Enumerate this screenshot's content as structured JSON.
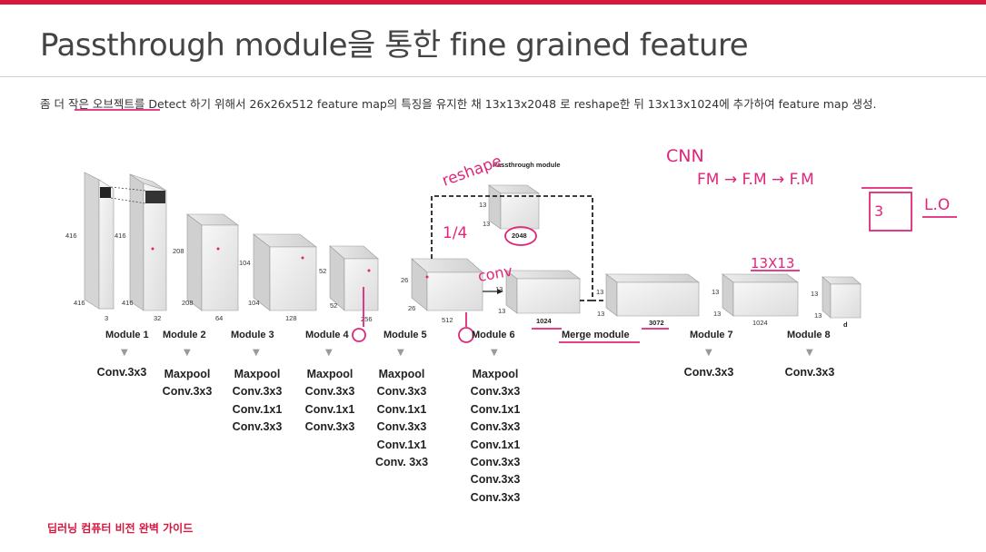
{
  "title": "Passthrough module을 통한 fine grained feature",
  "description": "좀 더 작은 오브젝트를 Detect 하기 위해서 26x26x512 feature map의 특징을 유지한 채 13x13x2048 로 reshape한 뒤 13x13x1024에 추가하여 feature map 생성.",
  "footer": "딥러닝 컴퓨터 비전 완벽 가이드",
  "cube_labels": {
    "input_h": "416",
    "input_w": "416",
    "input_c": "3",
    "m1_h": "416",
    "m1_w": "416",
    "m1_c": "32",
    "m2_h": "208",
    "m2_w": "208",
    "m2_c": "64",
    "m3_h": "104",
    "m3_w": "104",
    "m3_c": "128",
    "m4_h": "52",
    "m4_w": "52",
    "m4_c": "256",
    "m5_h": "26",
    "m5_w": "26",
    "m5_c": "512",
    "pt_h": "13",
    "pt_w": "13",
    "pt_c": "2048",
    "m6_h": "13",
    "m6_w": "13",
    "m6_c": "1024",
    "merge_h": "13",
    "merge_w": "13",
    "merge_c": "3072",
    "m7_h": "13",
    "m7_w": "13",
    "m7_c": "1024",
    "m8_h": "13",
    "m8_w": "13",
    "m8_c": "d",
    "passthrough": "Passthrough module"
  },
  "modules": [
    {
      "label": "Module 1",
      "layers": [
        "Conv.3x3"
      ]
    },
    {
      "label": "Module 2",
      "layers": [
        "Maxpool",
        "Conv.3x3"
      ]
    },
    {
      "label": "Module 3",
      "layers": [
        "Maxpool",
        "Conv.3x3",
        "Conv.1x1",
        "Conv.3x3"
      ]
    },
    {
      "label": "Module 4",
      "layers": [
        "Maxpool",
        "Conv.3x3",
        "Conv.1x1",
        "Conv.3x3"
      ]
    },
    {
      "label": "Module 5",
      "layers": [
        "Maxpool",
        "Conv.3x3",
        "Conv.1x1",
        "Conv.3x3",
        "Conv.1x1",
        "Conv. 3x3"
      ]
    },
    {
      "label": "Module 6",
      "layers": [
        "Maxpool",
        "Conv.3x3",
        "Conv.1x1",
        "Conv.3x3",
        "Conv.1x1",
        "Conv.3x3",
        "Conv.3x3",
        "Conv.3x3"
      ]
    },
    {
      "label": "Merge module",
      "layers": []
    },
    {
      "label": "Module 7",
      "layers": [
        "Conv.3x3"
      ]
    },
    {
      "label": "Module 8",
      "layers": [
        "Conv.3x3"
      ]
    }
  ],
  "annotations": {
    "reshape": "reshape",
    "quarter": "1/4",
    "conv": "conv",
    "cnn": "CNN",
    "fm_chain": "FM → F.M → F.M",
    "lo": "L.O",
    "box": "3",
    "grid": "13X13"
  },
  "colors": {
    "accent": "#d8163f",
    "ink": "#e0267a"
  }
}
